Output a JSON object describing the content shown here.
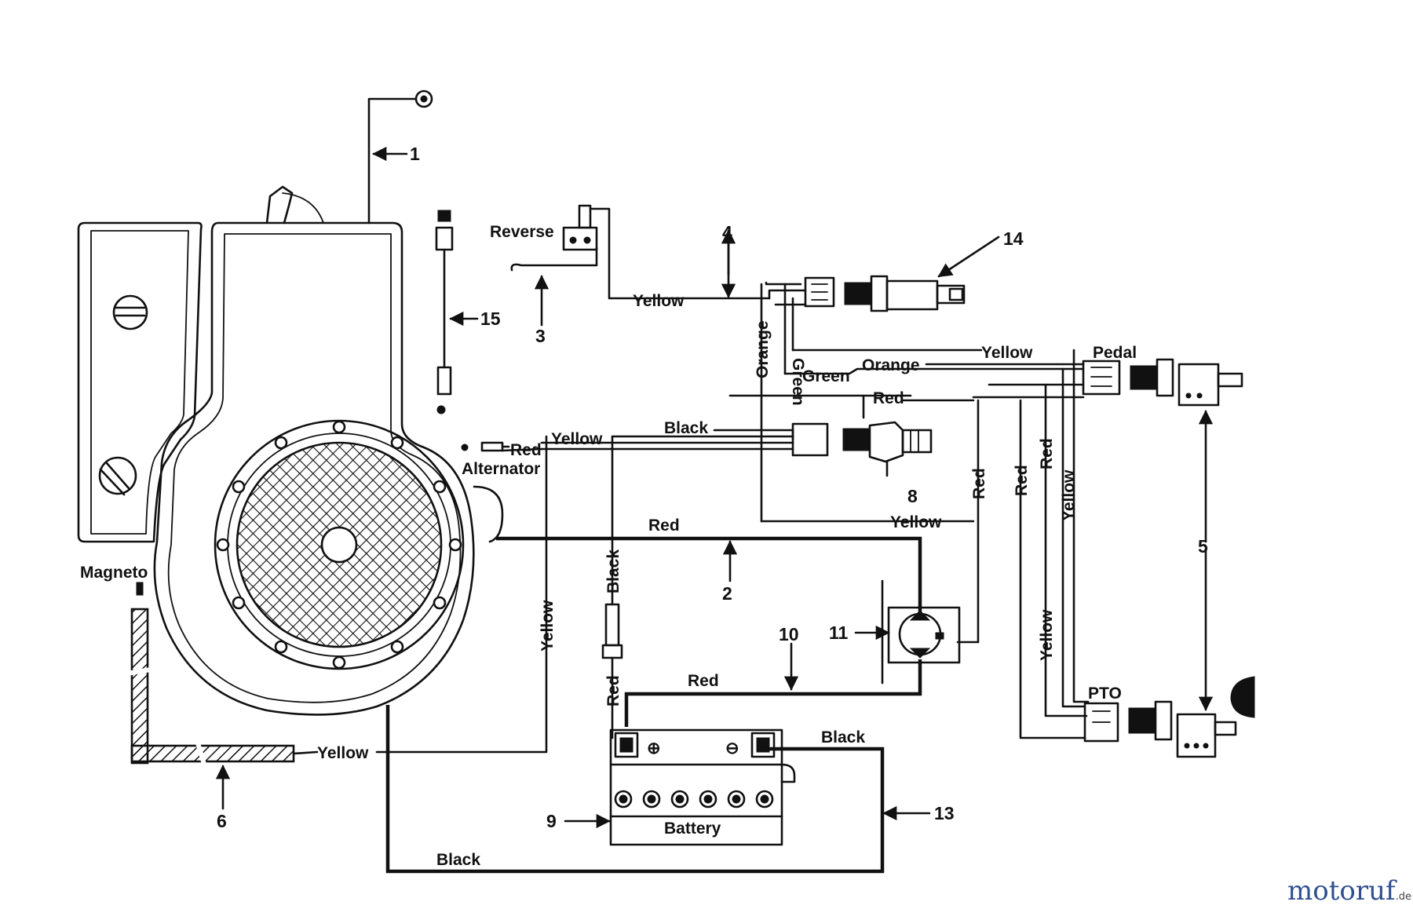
{
  "labels": {
    "reverse": "Reverse",
    "pedal": "Pedal",
    "alternator": "Alternator",
    "magneto": "Magneto",
    "pto": "PTO",
    "battery": "Battery"
  },
  "wires": {
    "yellow": "Yellow",
    "orange": "Orange",
    "green": "Green",
    "red": "Red",
    "black": "Black"
  },
  "callouts": [
    "1",
    "2",
    "3",
    "4",
    "5",
    "6",
    "8",
    "9",
    "10",
    "11",
    "13",
    "14",
    "15"
  ],
  "terminals": {
    "plus": "⊕",
    "minus": "⊖"
  },
  "watermark": {
    "brand": "motoruf",
    "tld": ".de"
  }
}
